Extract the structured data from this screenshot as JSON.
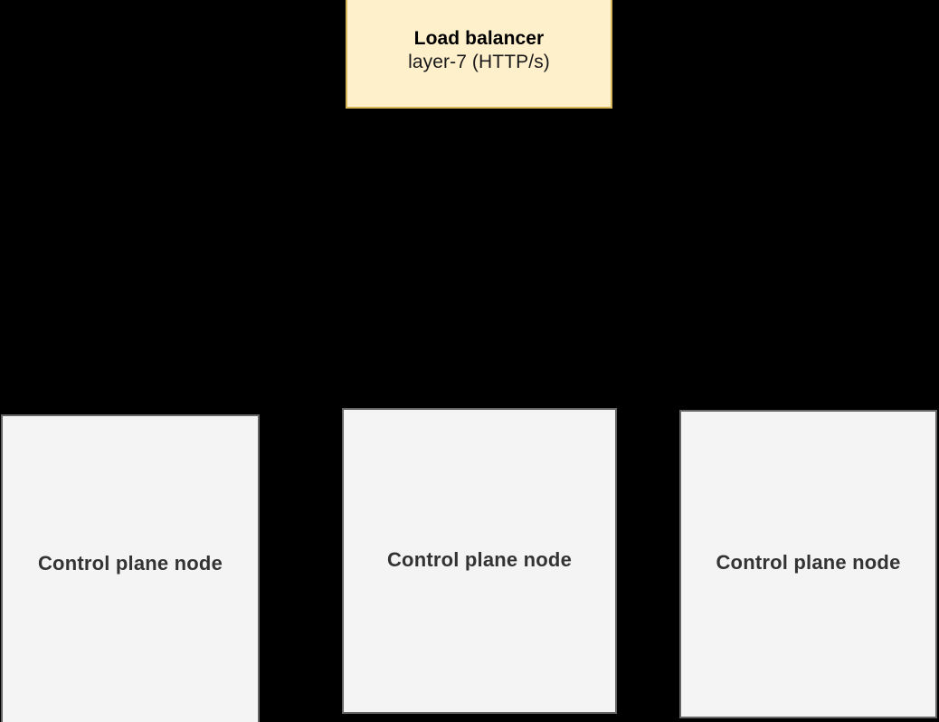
{
  "diagram": {
    "type": "architecture-diagram",
    "background_color": "#000000",
    "nodes": [
      {
        "id": "load-balancer",
        "title": "Load balancer",
        "subtitle": "layer-7 (HTTP/s)",
        "fill_color": "#FFF0CC",
        "border_color": "#D6B656",
        "text_color": "#000000"
      },
      {
        "id": "control-plane-node-1",
        "label": "Control plane node",
        "fill_color": "#F4F4F4",
        "border_color": "#666666",
        "text_color": "#333333"
      },
      {
        "id": "control-plane-node-2",
        "label": "Control plane node",
        "fill_color": "#F4F4F4",
        "border_color": "#666666",
        "text_color": "#333333"
      },
      {
        "id": "control-plane-node-3",
        "label": "Control plane node",
        "fill_color": "#F4F4F4",
        "border_color": "#666666",
        "text_color": "#333333"
      }
    ],
    "edges": [
      {
        "from": "load-balancer",
        "to": "control-plane-node-1",
        "color": "#000000"
      },
      {
        "from": "load-balancer",
        "to": "control-plane-node-2",
        "color": "#000000"
      },
      {
        "from": "load-balancer",
        "to": "control-plane-node-3",
        "color": "#000000"
      }
    ]
  }
}
